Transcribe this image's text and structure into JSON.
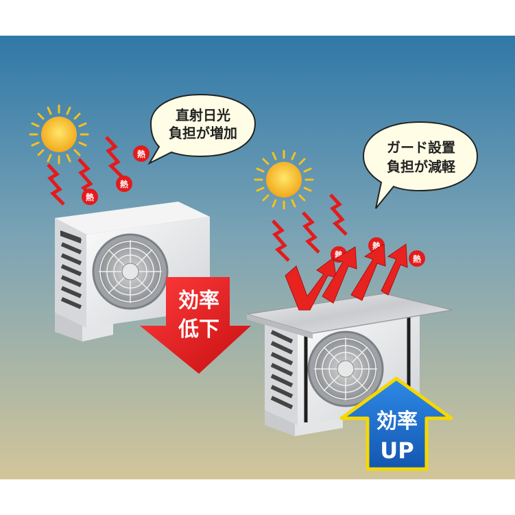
{
  "left_bubble": {
    "line1": "直射日光",
    "line2": "負担が増加"
  },
  "right_bubble": {
    "line1": "ガード設置",
    "line2": "負担が減軽"
  },
  "down_arrow": {
    "line1": "効率",
    "line2": "低下"
  },
  "up_arrow": {
    "line1": "効率",
    "line2": "UP"
  },
  "heat_label": "熱",
  "colors": {
    "sky_top": "#2f78a8",
    "sky_bottom": "#cfc39a",
    "heat_red": "#e31b1b",
    "down_arrow": "#e3191c",
    "up_arrow": "#1a6fd1",
    "up_arrow_border": "#f5d800",
    "sun": "#f7c21c"
  }
}
